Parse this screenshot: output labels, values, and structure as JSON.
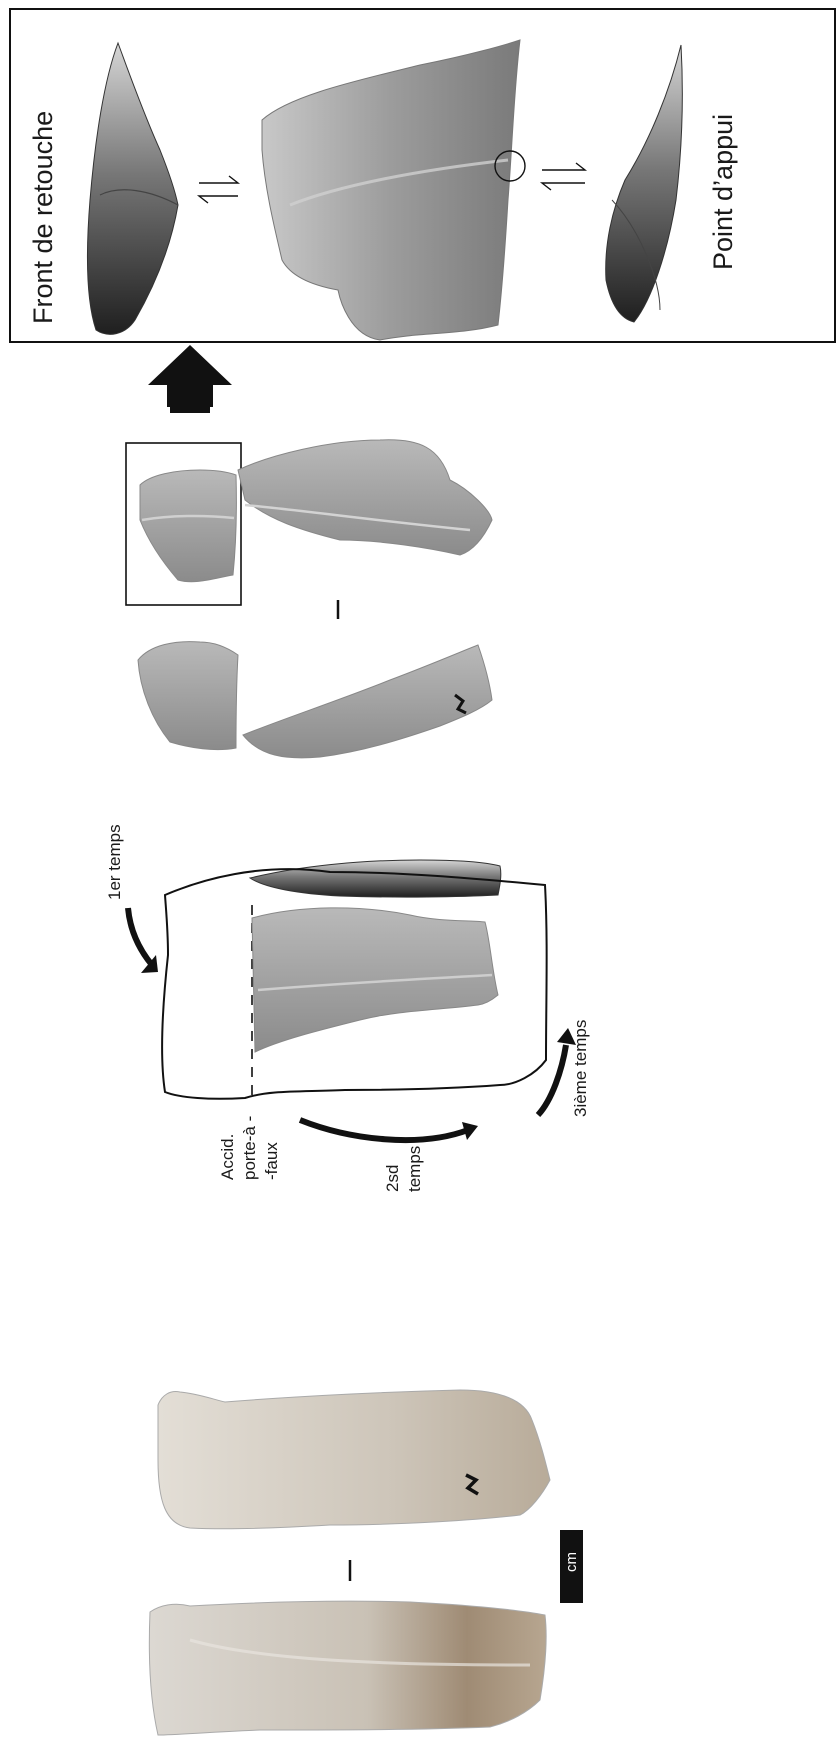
{
  "panel_labels": {
    "front_de_retouche": "Front de retouche",
    "point_d_appui": "Point d’appui"
  },
  "sequence_labels": {
    "first": "1er temps",
    "second_line1": "2sd",
    "second_line2": "temps",
    "third": "3ième temps"
  },
  "accident_label": {
    "line1": "Accid.",
    "line2": "porte-à -",
    "line3": "-faux"
  },
  "scale_bar": {
    "unit": "cm",
    "color": "#111111"
  },
  "colors": {
    "flint_gray": "#9a9a9a",
    "flint_beige": "#c9bfb2",
    "outline": "#111111"
  }
}
